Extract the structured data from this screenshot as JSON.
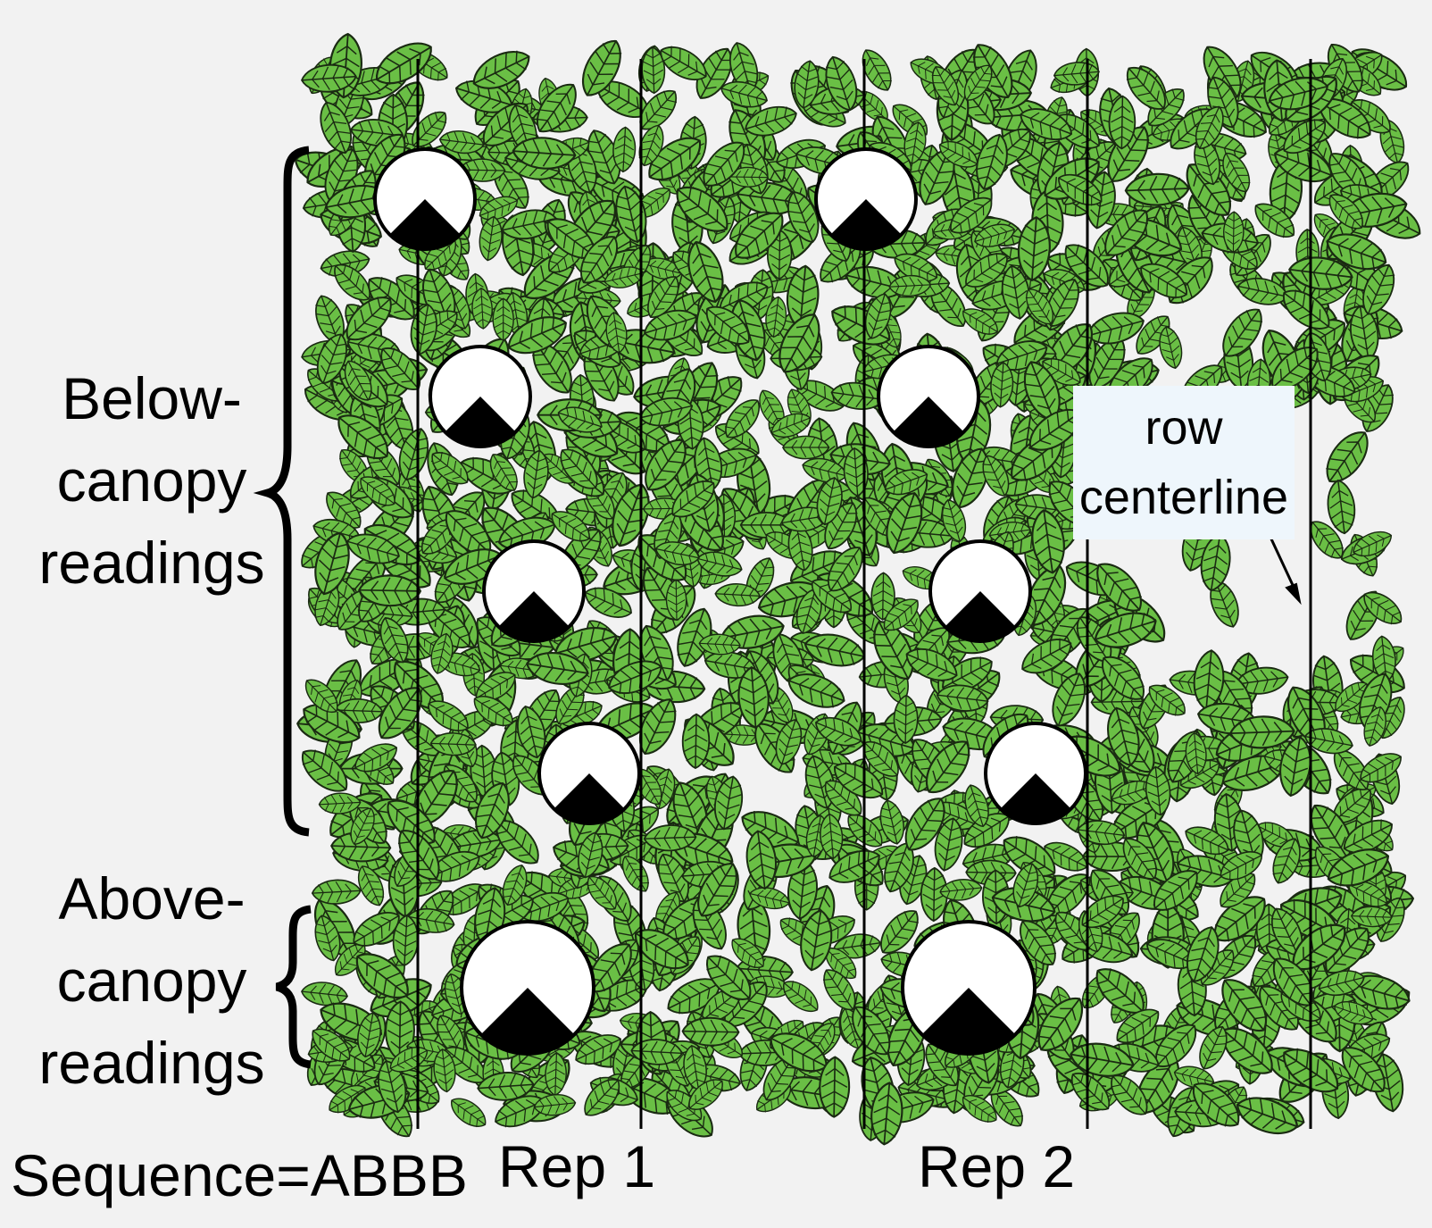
{
  "labels": {
    "below_line1": "Below-",
    "below_line2": "canopy",
    "below_line3": "readings",
    "above_line1": "Above-",
    "above_line2": "canopy",
    "above_line3": "readings",
    "rep1": "Rep 1",
    "rep2": "Rep 2",
    "sequence": "Sequence=ABBB",
    "row_line1": "row",
    "row_line2": "centerline"
  },
  "colors": {
    "leaf_fill": "#6abf45",
    "leaf_stroke": "#1a2a12",
    "background": "#f2f2f2",
    "sensor_fill": "#ffffff",
    "sensor_mark": "#000000",
    "callout_bg": "#eef6fc"
  },
  "icons": {
    "sensor": "half-dome-sensor-icon",
    "leaf": "soybean-leaf-icon",
    "brace": "curly-brace-icon"
  }
}
